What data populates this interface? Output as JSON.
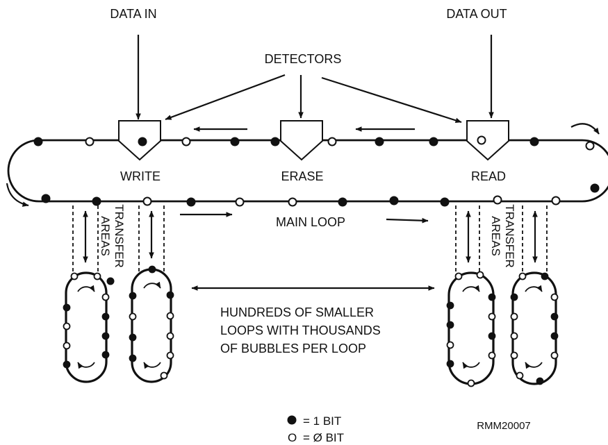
{
  "labels": {
    "data_in": "DATA IN",
    "data_out": "DATA OUT",
    "detectors": "DETECTORS",
    "write": "WRITE",
    "erase": "ERASE",
    "read": "READ",
    "main_loop": "MAIN LOOP",
    "transfer_areas_line1": "TRANSFER",
    "transfer_areas_line2": "AREAS",
    "description_line1": "HUNDREDS OF SMALLER",
    "description_line2": "LOOPS WITH THOUSANDS",
    "description_line3": "OF BUBBLES PER LOOP",
    "figure_id": "RMM20007"
  },
  "legend": {
    "one_bit": "= 1 BIT",
    "zero_bit": "= Ø BIT",
    "zero_symbol": "O"
  },
  "colors": {
    "ink": "#111111",
    "background": "#ffffff"
  }
}
